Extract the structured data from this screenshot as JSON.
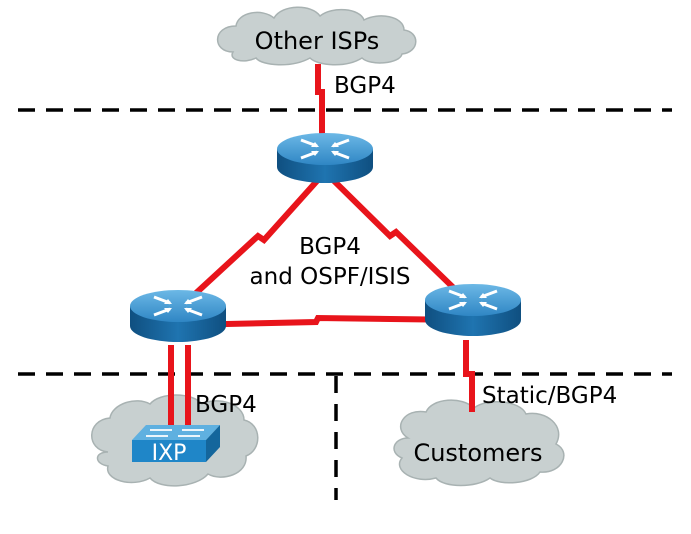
{
  "clouds": {
    "top": "Other ISPs",
    "bottom_right": "Customers"
  },
  "labels": {
    "top_link": "BGP4",
    "center_line1": "BGP4",
    "center_line2": "and OSPF/ISIS",
    "ixp_link": "BGP4",
    "customer_link": "Static/BGP4"
  },
  "ixp": {
    "label": "IXP"
  },
  "colors": {
    "link": "#e8141b",
    "cloud": "#c8d0d0",
    "router_top": "#4a9fd6",
    "router_side": "#1a6aa6",
    "ixp_switch": "#1f86c8",
    "boundary": "#000000"
  },
  "icons": [
    "cloud-icon",
    "router-icon",
    "switch-icon"
  ]
}
